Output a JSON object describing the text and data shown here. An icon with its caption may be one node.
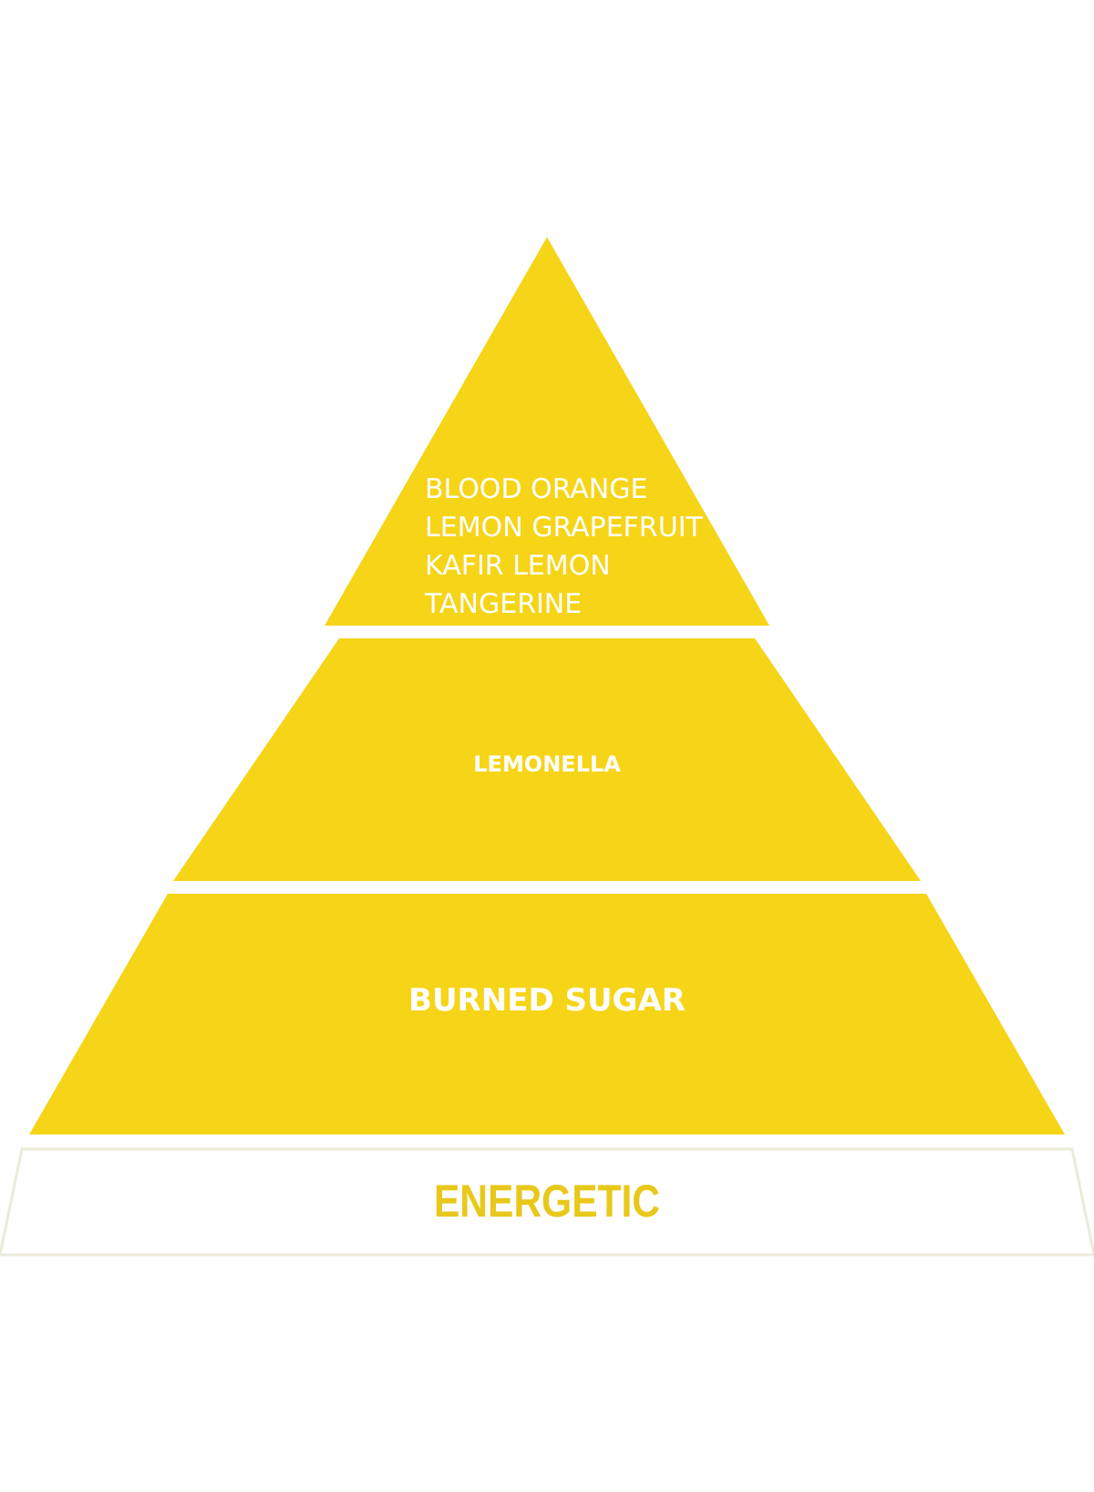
{
  "diagram": {
    "nodes": [
      {
        "text": [
          "BLOOD ORANGE",
          "LEMON GRAPEFRUIT",
          "KAFIR LEMON",
          "TANGERINE"
        ]
      },
      {
        "text": [
          "LEMONELLA"
        ]
      },
      {
        "text": [
          "BURNED SUGAR"
        ]
      },
      {
        "text": [
          "ENERGETIC"
        ]
      }
    ]
  }
}
